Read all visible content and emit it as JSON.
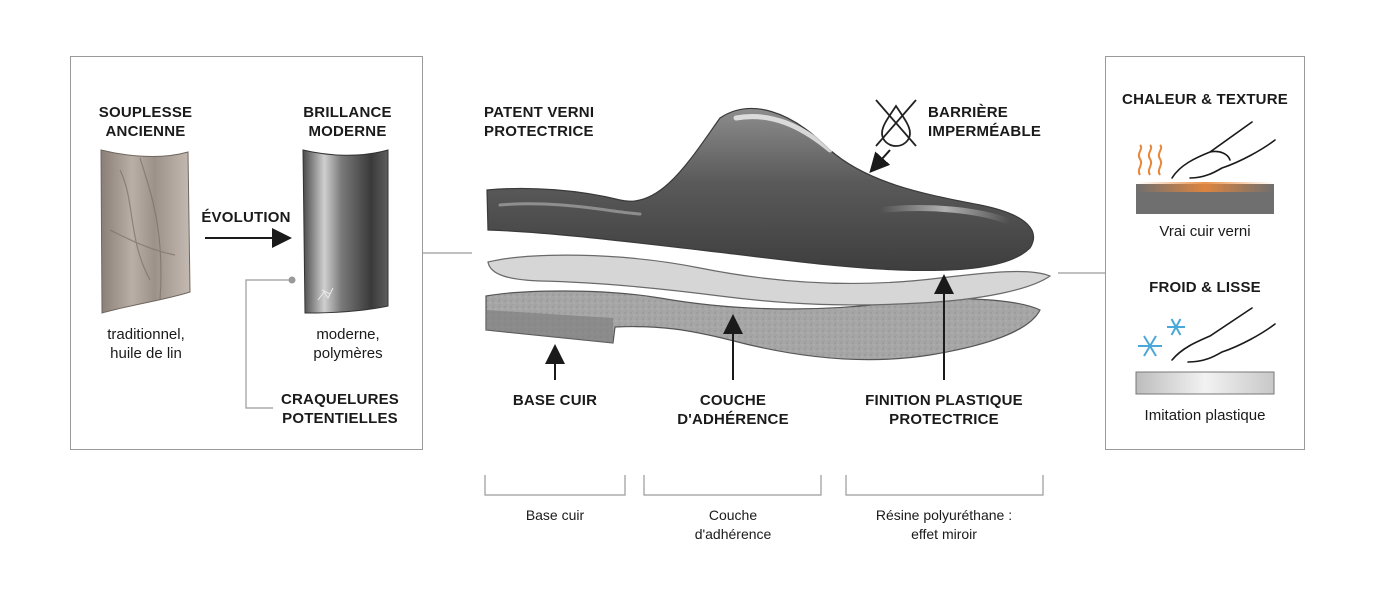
{
  "left_panel": {
    "old_title": "SOUPLESSE\nANCIENNE",
    "old_caption": "traditionnel,\nhuile de lin",
    "new_title": "BRILLANCE\nMODERNE",
    "new_caption": "moderne,\npolymères",
    "arrow_label": "ÉVOLUTION",
    "crack_label": "CRAQUELURES\nPOTENTIELLES"
  },
  "center": {
    "top_left_label": "PATENT VERNI\nPROTECTRICE",
    "top_right_label": "BARRIÈRE\nIMPERMÉABLE",
    "layer_labels": [
      "BASE CUIR",
      "COUCHE\nD'ADHÉRENCE",
      "FINITION PLASTIQUE\nPROTECTRICE"
    ],
    "bracket_captions": [
      "Base cuir",
      "Couche\nd'adhérence",
      "Résine polyuréthane :\neffet miroir"
    ]
  },
  "right_panel": {
    "warm_title": "CHALEUR & TEXTURE",
    "warm_caption": "Vrai cuir verni",
    "cold_title": "FROID & LISSE",
    "cold_caption": "Imitation plastique"
  },
  "icons": [
    "no-water-icon",
    "heat-waves-icon",
    "snowflake-icon",
    "hand-icon"
  ],
  "colors": {
    "accent_warm": "#e8873a",
    "accent_cold": "#4aa8d8",
    "line": "#9a9a9a"
  }
}
